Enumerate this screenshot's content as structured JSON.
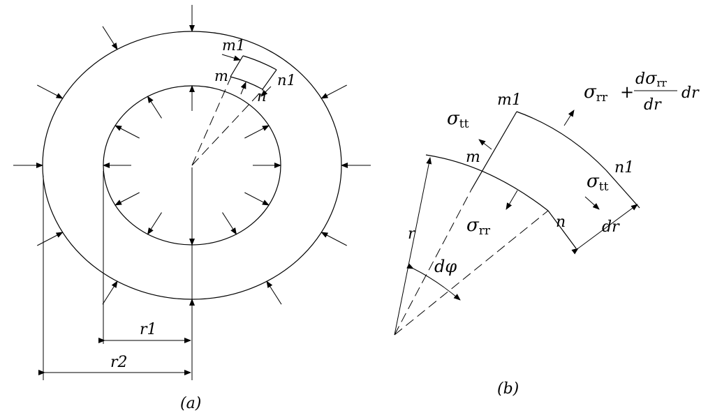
{
  "figure_a": {
    "caption": "(a)",
    "labels": {
      "m1": "m1",
      "m": "m",
      "n1": "n1",
      "n": "n",
      "r1": "r1",
      "r2": "r2"
    }
  },
  "figure_b": {
    "caption": "(b)",
    "labels": {
      "m1": "m1",
      "m": "m",
      "n1": "n1",
      "n": "n",
      "r": "r",
      "dr": "dr",
      "dphi": "dφ",
      "sigma": "σ",
      "sub_tt": "tt",
      "sub_rr": "rr",
      "plus": "+",
      "d": "d",
      "dr_den": "dr",
      "dr_tail": "dr"
    }
  }
}
